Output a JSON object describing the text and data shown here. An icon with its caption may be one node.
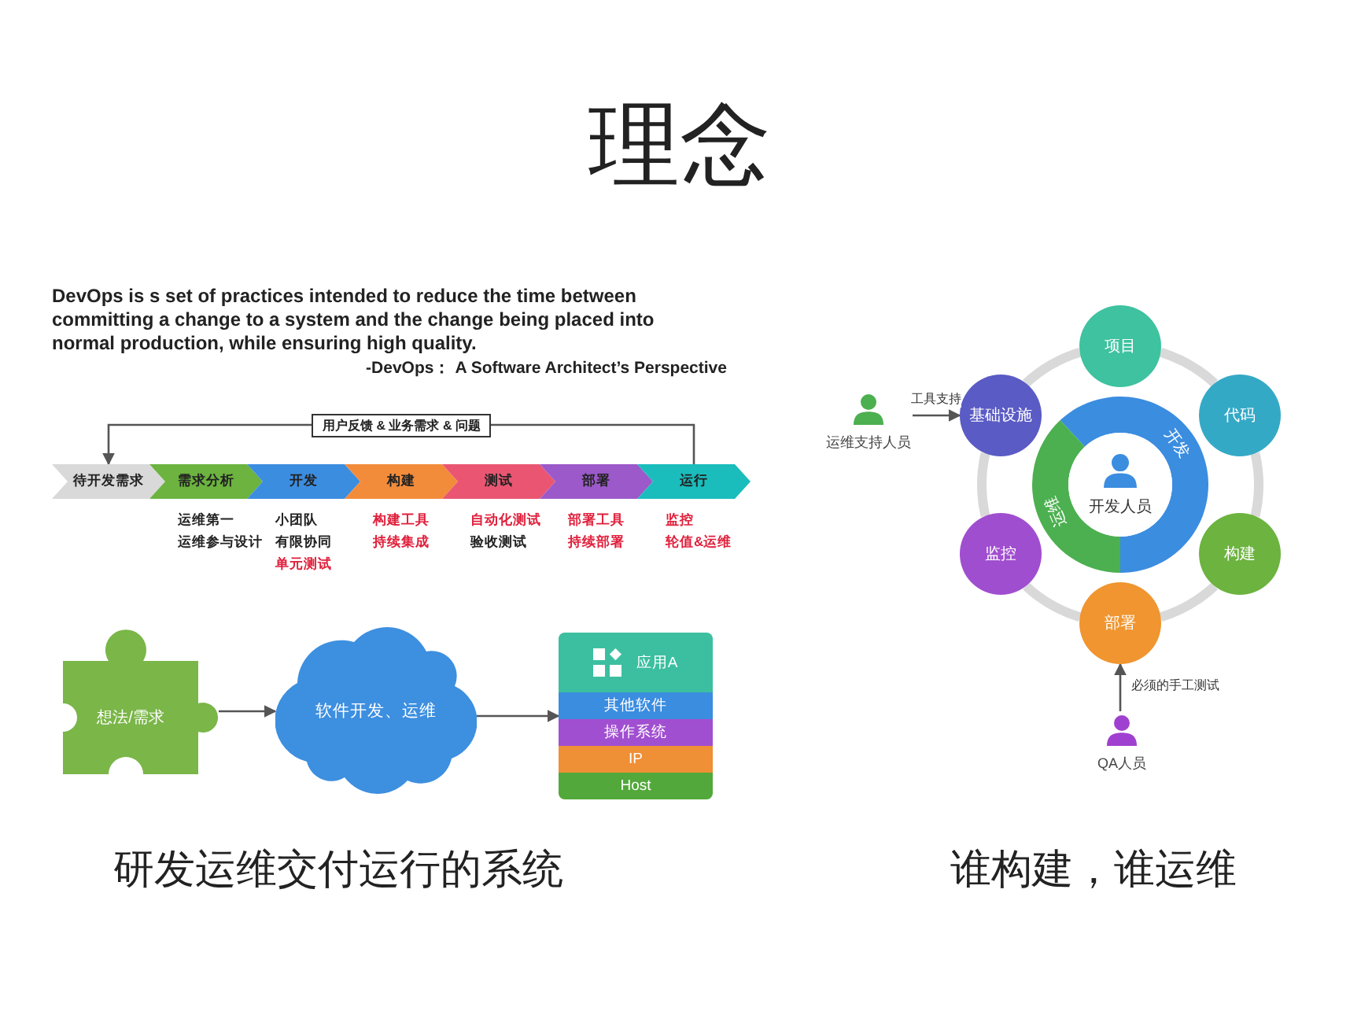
{
  "diagram": {
    "title": "理念",
    "nodes": [
      {
        "text": [
          "待开发需求"
        ]
      },
      {
        "text": [
          "需求分析"
        ],
        "beside": [
          "运维第一",
          "运维参与设计"
        ]
      },
      {
        "text": [
          "开发"
        ],
        "beside": [
          "小团队",
          "有限协同",
          "单元测试"
        ]
      },
      {
        "text": [
          "构建"
        ],
        "beside": [
          "构建工具",
          "持续集成"
        ]
      },
      {
        "text": [
          "测试"
        ],
        "beside": [
          "自动化测试",
          "验收测试"
        ]
      },
      {
        "text": [
          "部署"
        ],
        "beside": [
          "部署工具",
          "持续部署"
        ]
      },
      {
        "text": [
          "运行"
        ],
        "beside": [
          "监控",
          "轮值&运维"
        ]
      },
      {
        "text": [
          "想法/需求"
        ]
      },
      {
        "text": [
          "软件开发、运维"
        ]
      },
      {
        "text": [],
        "shape": "box"
      },
      {
        "text": [
          "应用A"
        ],
        "in": 9
      },
      {
        "text": [
          "其他软件"
        ],
        "in": 9
      },
      {
        "text": [
          "操作系统"
        ],
        "in": 9
      },
      {
        "text": [
          "IP"
        ],
        "in": 9
      },
      {
        "text": [
          "Host"
        ],
        "in": 9
      },
      {
        "text": [
          "项目"
        ]
      },
      {
        "text": [
          "基础设施"
        ]
      },
      {
        "text": [
          "代码"
        ]
      },
      {
        "text": [
          "运维支持人员"
        ]
      },
      {
        "text": [
          "开发"
        ]
      },
      {
        "text": [
          "运维"
        ]
      },
      {
        "text": [
          "开发人员"
        ]
      },
      {
        "text": [
          "监控"
        ]
      },
      {
        "text": [
          "构建"
        ]
      },
      {
        "text": [
          "部署"
        ]
      },
      {
        "text": [
          "QA人员"
        ]
      }
    ],
    "edges": [
      {
        "from": 6,
        "to": 0,
        "arrow": "to",
        "label": "用户反馈 & 业务需求 & 问题",
        "color": "#555555"
      },
      {
        "from": 7,
        "to": 8,
        "arrow": "to",
        "color": "#555555"
      },
      {
        "from": 8,
        "to": 9,
        "arrow": "to",
        "color": "#555555"
      },
      {
        "from": 18,
        "to": 16,
        "arrow": "to",
        "label": "工具支持",
        "color": "#555555"
      },
      {
        "from": 25,
        "to": 24,
        "arrow": "to",
        "label": "必须的手工测试",
        "color": "#555555"
      },
      {
        "from": 15,
        "to": 17,
        "arrow": "none"
      },
      {
        "from": 17,
        "to": 23,
        "arrow": "none"
      },
      {
        "from": 23,
        "to": 24,
        "arrow": "none"
      },
      {
        "from": 24,
        "to": 22,
        "arrow": "none"
      },
      {
        "from": 22,
        "to": 16,
        "arrow": "none"
      },
      {
        "from": 16,
        "to": 15,
        "arrow": "none"
      }
    ],
    "labels": [
      "DevOps is s set of practices intended to reduce the time between committing a change to a system and the change being placed into normal production, while ensuring high quality.",
      "-DevOps： A Software Architect’s Perspective",
      "研发运维交付运行的系统",
      "谁构建，谁运维"
    ]
  }
}
